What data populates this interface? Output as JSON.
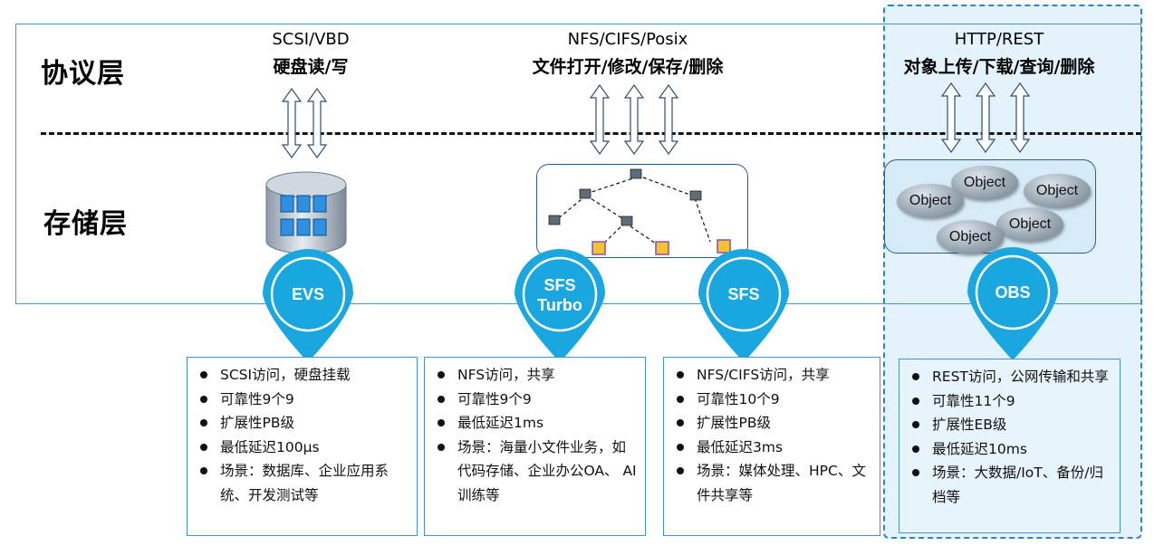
{
  "layers": {
    "protocol": "协议层",
    "storage": "存储层"
  },
  "protocols": [
    {
      "name": "SCSI/VBD",
      "ops": "硬盘读/写"
    },
    {
      "name": "NFS/CIFS/Posix",
      "ops": "文件打开/修改/保存/删除"
    },
    {
      "name": "HTTP/REST",
      "ops": "对象上传/下载/查询/删除"
    }
  ],
  "objects": [
    "Object",
    "Object",
    "Object",
    "Object",
    "Object"
  ],
  "services": [
    {
      "label_line1": "EVS",
      "label_line2": ""
    },
    {
      "label_line1": "SFS",
      "label_line2": "Turbo"
    },
    {
      "label_line1": "SFS",
      "label_line2": ""
    },
    {
      "label_line1": "OBS",
      "label_line2": ""
    }
  ],
  "features": [
    [
      "SCSI访问，硬盘挂载",
      "可靠性9个9",
      "扩展性PB级",
      "最低延迟100μs",
      "场景：数据库、企业应用系统、开发测试等"
    ],
    [
      "NFS访问，共享",
      "可靠性9个9",
      "最低延迟1ms",
      "场景：海量小文件业务，如代码存储、企业办公OA、 AI训练等"
    ],
    [
      "NFS/CIFS访问，共享",
      "可靠性10个9",
      "扩展性PB级",
      "最低延迟3ms",
      "场景：媒体处理、HPC、文件共享等"
    ],
    [
      "REST访问，公网传输和共享",
      "可靠性11个9",
      "扩展性EB级",
      "最低延迟10ms",
      "场景：大数据/IoT、备份/归档等"
    ]
  ],
  "colors": {
    "pin": "#1aa7e0",
    "pin_ring": "#ffffff",
    "frame": "#4a90c8",
    "obs_panel": "#e3f2fb"
  }
}
